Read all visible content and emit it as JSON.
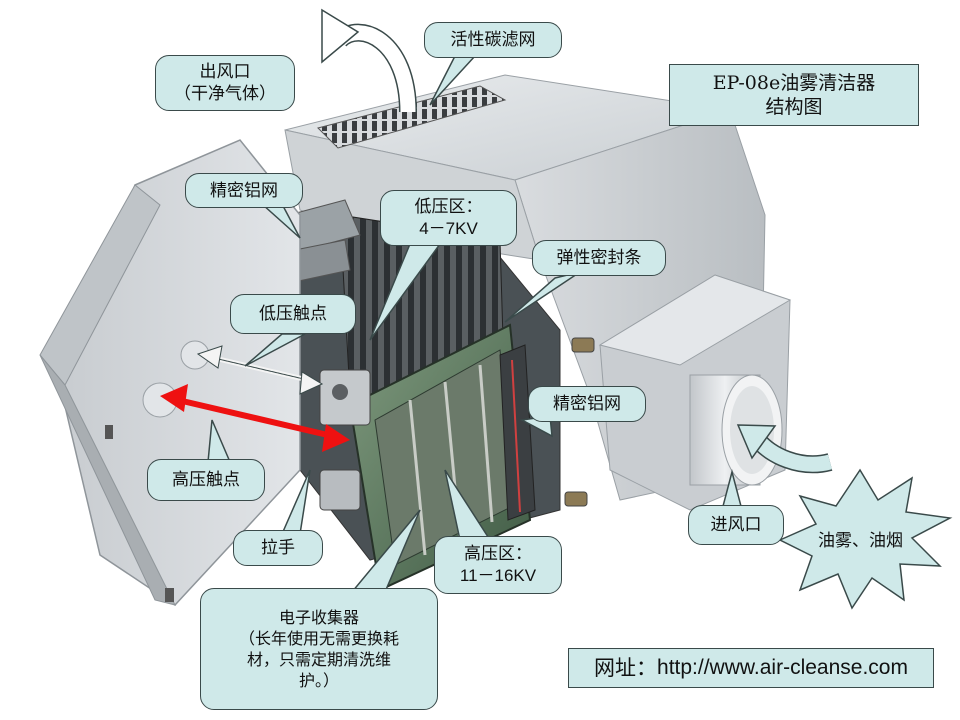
{
  "title": {
    "line1": "EP-08e油雾清洁器",
    "line2": "结构图"
  },
  "labels": {
    "outlet_line1": "出风口",
    "outlet_line2": "（干净气体）",
    "carbon_filter": "活性碳滤网",
    "mesh_top": "精密铝网",
    "low_voltage_zone_line1": "低压区：",
    "low_voltage_zone_line2": "4－7KV",
    "seal_strip": "弹性密封条",
    "low_voltage_contact": "低压触点",
    "mesh_right": "精密铝网",
    "high_voltage_contact": "高压触点",
    "handle": "拉手",
    "high_voltage_zone_line1": "高压区：",
    "high_voltage_zone_line2": "11－16KV",
    "collector_line1": "电子收集器",
    "collector_line2": "（长年使用无需更换耗",
    "collector_line3": "材，只需定期清洗维",
    "collector_line4": "护。）",
    "inlet": "进风口",
    "oil_mist": "油雾、油烟"
  },
  "website": {
    "prefix": "网址：",
    "url": "http://www.air-cleanse.com"
  },
  "colors": {
    "label_fill": "#cfe9e9",
    "label_border": "#3a4a4a",
    "red_arrow": "#ee1111",
    "cabinet_grey": "#d4d7da"
  },
  "icons": [
    "curved-arrow-icon",
    "burst-star-icon",
    "double-arrow-icon"
  ]
}
